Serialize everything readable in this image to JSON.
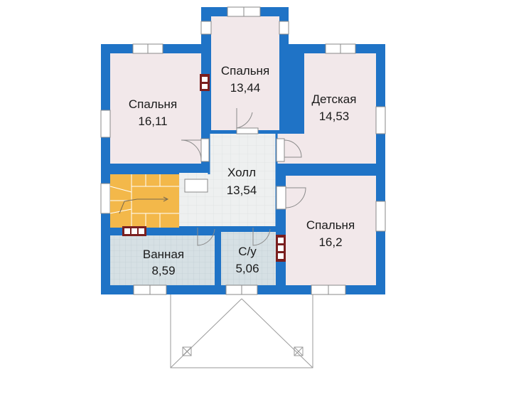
{
  "colors": {
    "wall": "#1f73c6",
    "bedroom_floor": "#f2e8ea",
    "hall_floor": "#eef0f0",
    "wet_floor": "#d5dfe3",
    "stairs": "#f3b84a",
    "chimney": "#7a1f1f",
    "outline": "#8a8a8a"
  },
  "rooms": {
    "bedroom_left": {
      "name": "Спальня",
      "area": "16,11"
    },
    "bedroom_top": {
      "name": "Спальня",
      "area": "13,44"
    },
    "kids_room": {
      "name": "Детская",
      "area": "14,53"
    },
    "hall": {
      "name": "Холл",
      "area": "13,54"
    },
    "bedroom_right": {
      "name": "Спальня",
      "area": "16,2"
    },
    "bathroom": {
      "name": "Ванная",
      "area": "8,59"
    },
    "wc": {
      "name": "С/у",
      "area": "5,06"
    }
  }
}
